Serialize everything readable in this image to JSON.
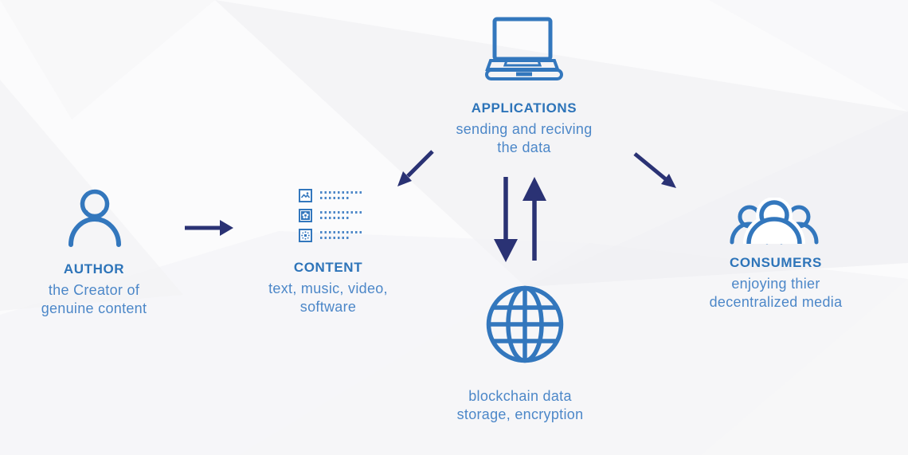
{
  "colors": {
    "icon_blue": "#3377bd",
    "title_blue": "#2d74b9",
    "body_blue": "#4c87c8",
    "arrow_navy": "#2a3274",
    "background": "#fbfbfc"
  },
  "nodes": {
    "applications": {
      "title": "APPLICATIONS",
      "lines": [
        "sending and reciving",
        "the data"
      ],
      "icon": "laptop-icon"
    },
    "author": {
      "title": "AUTHOR",
      "lines": [
        "the Creator of",
        "genuine content"
      ],
      "icon": "person-icon"
    },
    "content": {
      "title": "CONTENT",
      "lines": [
        "text, music, video,",
        "software"
      ],
      "icon": "media-list-icon"
    },
    "blockchain": {
      "lines": [
        "blockchain data",
        "storage, encryption"
      ],
      "icon": "globe-icon"
    },
    "consumers": {
      "title": "CONSUMERS",
      "lines": [
        "enjoying thier",
        "decentralized media"
      ],
      "icon": "people-icon"
    }
  },
  "arrows": [
    {
      "name": "author-to-content",
      "direction": "right"
    },
    {
      "name": "applications-to-content",
      "direction": "down-left"
    },
    {
      "name": "applications-to-blockchain",
      "direction": "down"
    },
    {
      "name": "blockchain-to-applications",
      "direction": "up"
    },
    {
      "name": "applications-to-consumers",
      "direction": "down-right"
    }
  ]
}
